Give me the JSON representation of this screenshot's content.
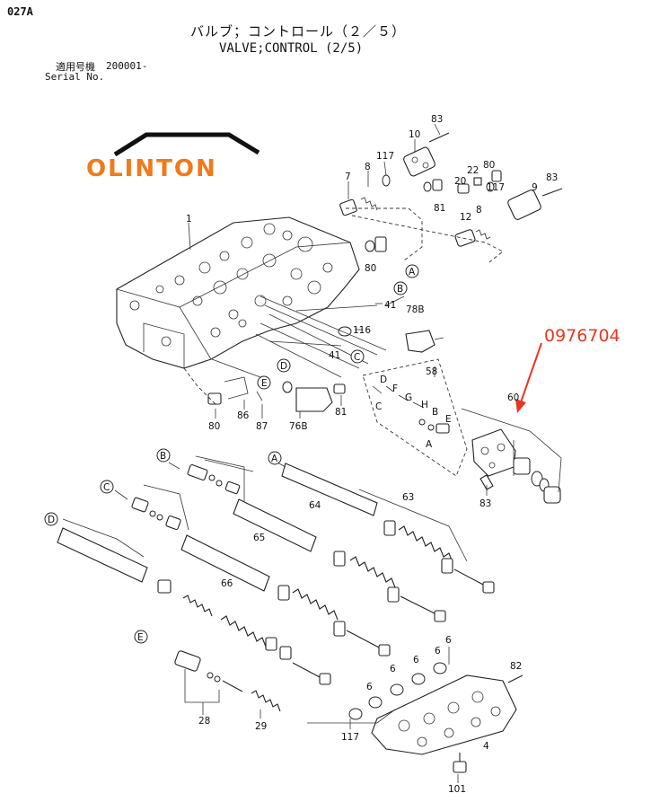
{
  "header": {
    "page_code": "027A",
    "title_jp": "バルブ；コントロール（２／５）",
    "title_en": "VALVE;CONTROL (2/5)",
    "serial_label_jp": "適用号機",
    "serial_value": "200001-",
    "serial_label_en": "Serial No."
  },
  "logo": {
    "text": "OLINTON",
    "color": "#f07a1a",
    "roof_color": "#111111"
  },
  "highlight": {
    "part_number": "0976704",
    "color": "#e8381f"
  },
  "callouts": {
    "c1": "1",
    "c4": "4",
    "c6a": "6",
    "c6b": "6",
    "c6c": "6",
    "c6d": "6",
    "c6e": "6",
    "c7": "7",
    "c8a": "8",
    "c8b": "8",
    "c9": "9",
    "c10": "10",
    "c12": "12",
    "c20": "20",
    "c22": "22",
    "c28": "28",
    "c29": "29",
    "c41a": "41",
    "c41b": "41",
    "c58": "58",
    "c60": "60",
    "c63": "63",
    "c64": "64",
    "c65": "65",
    "c66": "66",
    "c76b": "76B",
    "c78b": "78B",
    "c80a": "80",
    "c80b": "80",
    "c80c": "80",
    "c81a": "81",
    "c81b": "81",
    "c82": "82",
    "c83a": "83",
    "c83b": "83",
    "c83c": "83",
    "c86": "86",
    "c87": "87",
    "c101": "101",
    "c116": "116",
    "c117a": "117",
    "c117b": "117",
    "c117c": "117"
  },
  "letters": {
    "A1": "A",
    "B1": "B",
    "C1": "C",
    "D1": "D",
    "E1": "E",
    "A2": "A",
    "B2": "B",
    "C2": "C",
    "D2": "D",
    "E2": "E",
    "sD": "D",
    "sF": "F",
    "sG": "G",
    "sH": "H",
    "sB": "B",
    "sE": "E",
    "sC": "C",
    "sA": "A"
  }
}
